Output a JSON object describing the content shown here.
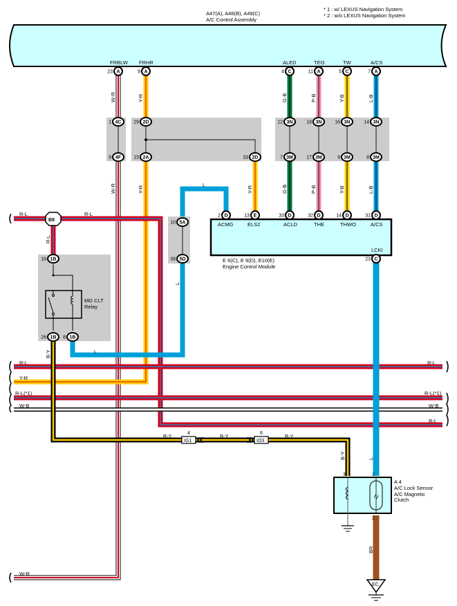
{
  "header": {
    "assembly_codes": "A47(A), A48(B), A49(C)",
    "assembly_name": "A/C Control Assembly",
    "note1": "* 1 : w/ LEXUS Navigation System",
    "note2": "* 2 : w/o LEXUS Navigation System"
  },
  "colors": {
    "component_fill": "#ccffff",
    "junction_fill": "#cccccc",
    "red": "#d4001e",
    "yellow": "#ffcc00",
    "blue": "#00a0d8",
    "green": "#007a3d",
    "pink": "#f08cb0",
    "brown": "#a0501e",
    "black": "#000000"
  },
  "acc_terminals": [
    {
      "name": "FRBLW",
      "pin": "23",
      "conn": "A",
      "wire": "W-R"
    },
    {
      "name": "FRHR",
      "pin": "9",
      "conn": "A",
      "wire": "Y-R"
    },
    {
      "name": "ALED",
      "pin": "4",
      "conn": "C",
      "wire": "G-B"
    },
    {
      "name": "TEO",
      "pin": "11",
      "conn": "A",
      "wire": "P-B"
    },
    {
      "name": "TW",
      "pin": "5",
      "conn": "C",
      "wire": "Y-B"
    },
    {
      "name": "A/CS",
      "pin": "7",
      "conn": "A",
      "wire": "L-B"
    }
  ],
  "junctions": {
    "j4c": {
      "pin": "1",
      "conn": "4C"
    },
    "j4f": {
      "pin": "9",
      "conn": "4F"
    },
    "j2d_top": {
      "pin": "29",
      "conn": "2D"
    },
    "j2a": {
      "pin": "15",
      "conn": "2A"
    },
    "j2d_right": {
      "pin": "33",
      "conn": "2D"
    },
    "j3n": [
      {
        "pin": "12",
        "conn": "3N"
      },
      {
        "pin": "18",
        "conn": "3N"
      },
      {
        "pin": "16",
        "conn": "3N"
      },
      {
        "pin": "14",
        "conn": "3N"
      }
    ],
    "j3m": [
      {
        "pin": "7",
        "conn": "3M"
      },
      {
        "pin": "17",
        "conn": "3M"
      },
      {
        "pin": "9",
        "conn": "3M"
      },
      {
        "pin": "8",
        "conn": "3M"
      }
    ],
    "j5a": {
      "pin": "10",
      "conn": "5A"
    },
    "j5d": {
      "pin": "39",
      "conn": "5D"
    }
  },
  "ecm": {
    "codes": "E 6(C), E 9(D), E10(E)",
    "name": "Engine Control Module",
    "terminals": [
      {
        "name": "ACMG",
        "pin": "2",
        "conn": "D"
      },
      {
        "name": "ELS2",
        "pin": "13",
        "conn": "E"
      },
      {
        "name": "ACLD",
        "pin": "33",
        "conn": "D"
      },
      {
        "name": "THE",
        "pin": "32",
        "conn": "D"
      },
      {
        "name": "THWO",
        "pin": "14",
        "conn": "D"
      },
      {
        "name": "A/CS",
        "pin": "31",
        "conn": "D"
      }
    ],
    "lcki": {
      "name": "LCKI",
      "pin": "23",
      "conn": "C"
    }
  },
  "relay": {
    "name_line1": "MG CLT",
    "name_line2": "Relay",
    "pin_top": {
      "pin": "16",
      "conn": "1B"
    },
    "pin_left": {
      "pin": "26",
      "conn": "1B"
    },
    "pin_right": {
      "pin": "8",
      "conn": "1B"
    }
  },
  "splice": {
    "id": "B9"
  },
  "wire_labels": {
    "wr": "W-R",
    "yr": "Y-R",
    "l": "L",
    "rl": "R-L",
    "by": "B-Y",
    "rl1": "R-L(*1)",
    "wb": "W-B",
    "br": "BR",
    "gb": "G-B",
    "pb": "P-B",
    "yb": "Y-B",
    "lb": "L-B"
  },
  "inline": [
    {
      "pin": "4",
      "id": "IG1"
    },
    {
      "pin": "6",
      "id": "IO3"
    }
  ],
  "lock_sensor": {
    "code": "A 4",
    "line1": "A/C Lock Sensor",
    "line2": "A/C Magnetic",
    "line3": "Clutch",
    "pin_left": "3",
    "pin_top": "1",
    "pin_bottom": "2"
  },
  "ground": {
    "id": "EC"
  }
}
